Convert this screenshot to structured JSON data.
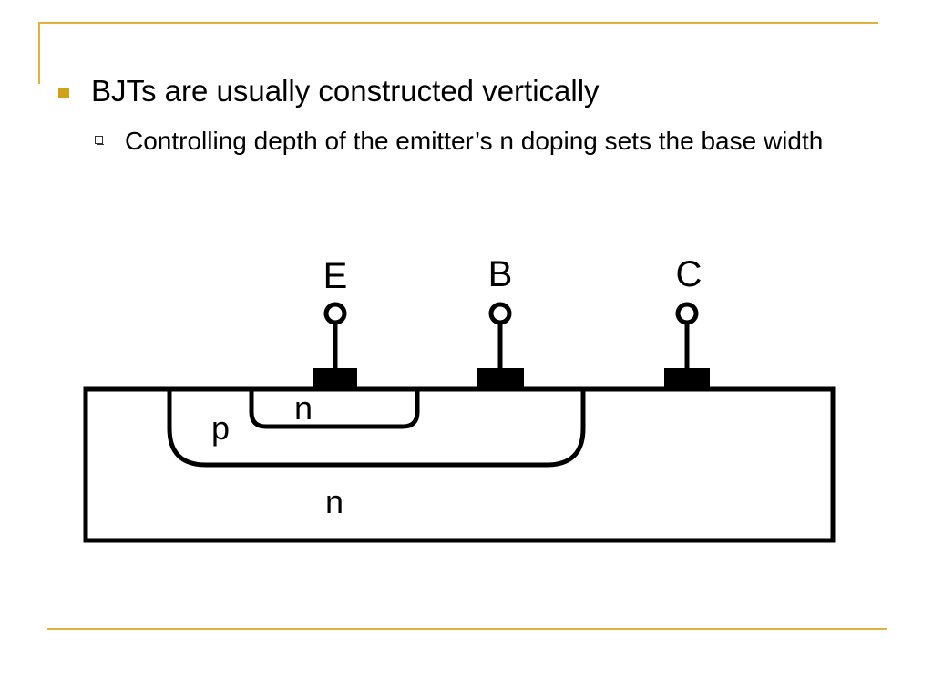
{
  "slide": {
    "bullet1": "BJTs are usually constructed vertically",
    "bullet2": "Controlling depth of the emitter’s n doping sets the base width"
  },
  "diagram": {
    "terminals": {
      "emitter": "E",
      "base": "B",
      "collector": "C"
    },
    "regions": {
      "emitter_region": "n",
      "base_region": "p",
      "collector_region": "n"
    }
  },
  "colors": {
    "accent": "#e3b23c",
    "bullet": "#d4a017"
  }
}
